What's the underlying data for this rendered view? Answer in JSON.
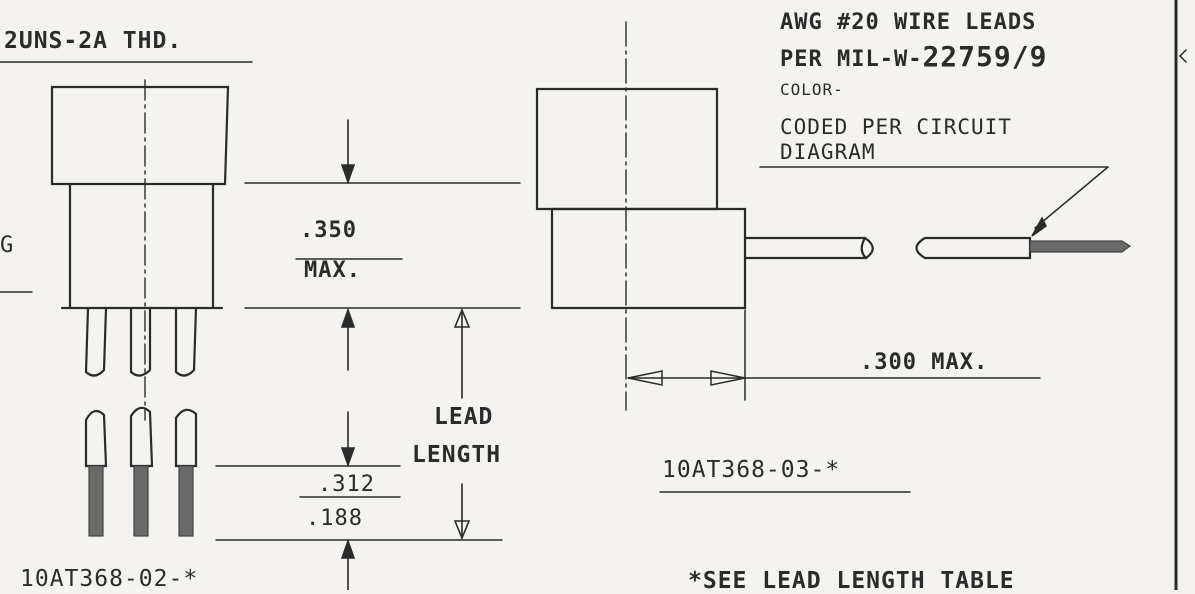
{
  "labels": {
    "thread": "2UNS-2A THD.",
    "partial_left": "G",
    "dim_350": ".350",
    "max": "MAX.",
    "lead": "LEAD",
    "length": "LENGTH",
    "dim_312": ".312",
    "dim_188": ".188",
    "part_02": "10AT368-02-*",
    "part_03": "10AT368-03-*",
    "dim_300": ".300 MAX.",
    "see_table": "*SEE LEAD LENGTH TABLE",
    "awg": "AWG #20 WIRE LEADS",
    "per_mil_prefix": "PER MIL-W-",
    "per_mil_spec": "22759/9",
    "color": "COLOR-",
    "coded": "CODED PER CIRCUIT",
    "diagram": "DIAGRAM"
  },
  "colors": {
    "ink": "#2b2b2b",
    "paper": "#f4f3ef"
  }
}
